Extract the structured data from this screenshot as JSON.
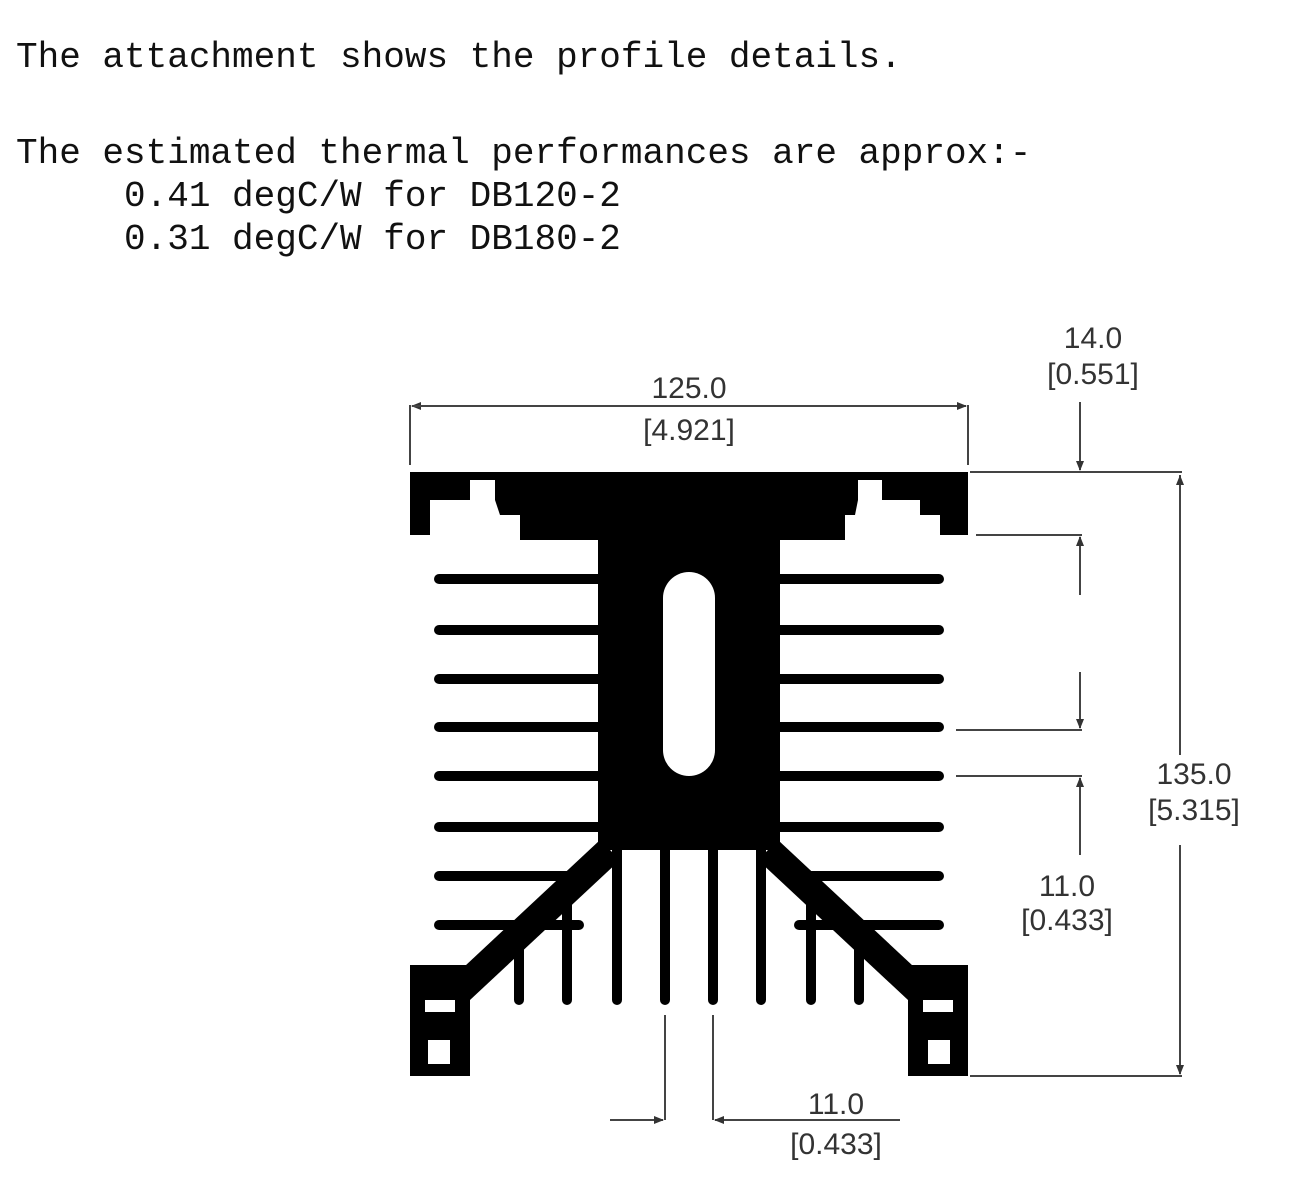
{
  "text": {
    "intro": "The attachment shows the profile details.",
    "perf_heading": "The estimated thermal performances are approx:-",
    "perf_lines": [
      "     0.41 degC/W for DB120-2",
      "     0.31 degC/W for DB180-2"
    ]
  },
  "drawing": {
    "width_label": "125.0",
    "width_label_in": "[4.921]",
    "top_label": "14.0",
    "top_label_in": "[0.551]",
    "height_label": "135.0",
    "height_label_in": "[5.315]",
    "pitch_label": "11.0",
    "pitch_label_in": "[0.433]",
    "bottom_label": "11.0",
    "bottom_label_in": "[0.433]"
  },
  "colors": {
    "profile": "#000000",
    "dimension_lines": "#444444",
    "text": "#111111"
  }
}
